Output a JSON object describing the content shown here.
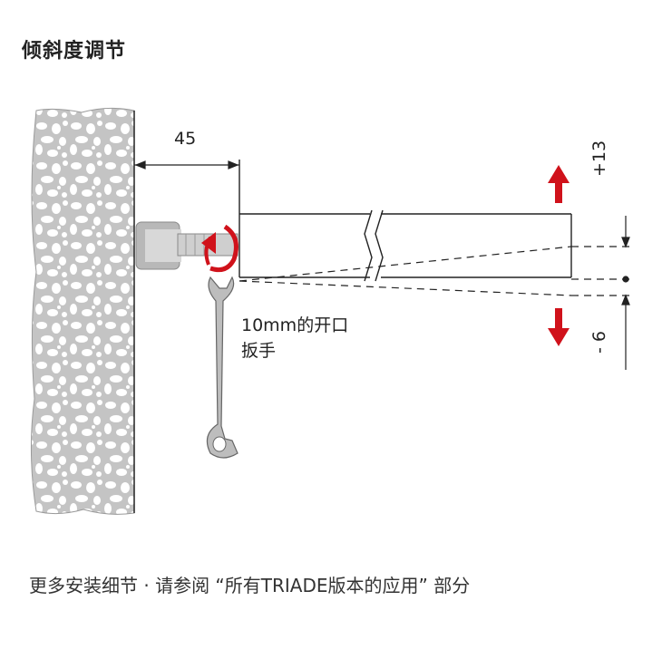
{
  "title": "倾斜度调节",
  "dimension_width": "45",
  "adjust_up": "+13",
  "adjust_down": "- 6",
  "wrench_label_line1": "10mm的开口",
  "wrench_label_line2": "扳手",
  "footer_note": "更多安装细节 · 请参阅 “所有TRIADE版本的应用” 部分",
  "colors": {
    "accent_red": "#d0121b",
    "wall_gray": "#c9c9c9",
    "line": "#222222"
  },
  "icons": [
    "arrow-up-icon",
    "arrow-down-icon",
    "wrench-icon",
    "rotate-arrow-icon"
  ]
}
